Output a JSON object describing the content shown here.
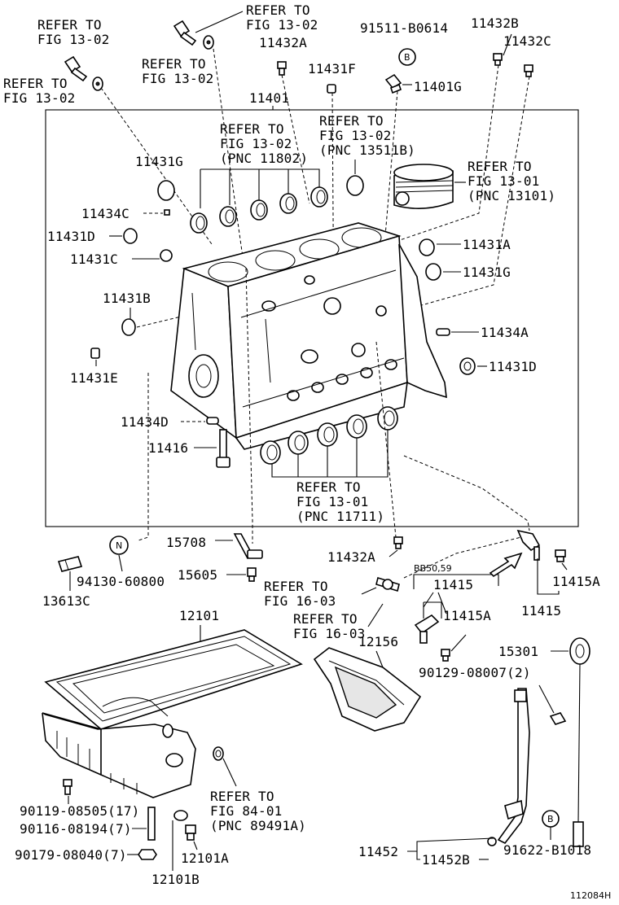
{
  "labels": {
    "refer_tl1": [
      "REFER TO",
      "FIG 13-02"
    ],
    "refer_tl2": [
      "REFER TO",
      "FIG 13-02"
    ],
    "refer_tl3": [
      "REFER TO",
      "FIG 13-02"
    ],
    "refer_tl4": [
      "REFER TO",
      "FIG 13-02"
    ],
    "p11432A_top": "11432A",
    "p11431F": "11431F",
    "p91511": "91511-B0614",
    "p11401G": "11401G",
    "p11432B": "11432B",
    "p11432C": "11432C",
    "p11401": "11401",
    "refer_bearing": [
      "REFER TO",
      "FIG 13-02",
      "(PNC 11802)"
    ],
    "refer_13511": [
      "REFER TO",
      "FIG 13-02",
      "(PNC 13511B)"
    ],
    "refer_piston": [
      "REFER TO",
      "FIG 13-01",
      "(PNC 13101)"
    ],
    "p11431G_left": "11431G",
    "p11434C": "11434C",
    "p11431D_left": "11431D",
    "p11431C": "11431C",
    "p11431A": "11431A",
    "p11431G_right": "11431G",
    "p11431B": "11431B",
    "p11434A": "11434A",
    "p11431D_right": "11431D",
    "p11431E": "11431E",
    "p11434D": "11434D",
    "p11416": "11416",
    "refer_main": [
      "REFER TO",
      "FIG 13-01",
      "(PNC 11711)"
    ],
    "p15708": "15708",
    "p11432A_bottom": "11432A",
    "p15605": "15605",
    "p94130": "94130-60800",
    "p13613C": "13613C",
    "refer_16_1": [
      "REFER TO",
      "FIG 16-03"
    ],
    "refer_16_2": [
      "REFER TO",
      "FIG 16-03"
    ],
    "bb": "BB50,59",
    "p11415_top": "11415",
    "p11415A_mid": "11415A",
    "p11415A_right": "11415A",
    "p11415_right": "11415",
    "p12101": "12101",
    "p12156": "12156",
    "p90129": "90129-08007(2)",
    "p15301": "15301",
    "refer_84": [
      "REFER TO",
      "FIG 84-01",
      "(PNC 89491A)"
    ],
    "p90119": "90119-08505(17)",
    "p90116": "90116-08194(7)",
    "p90179": "90179-08040(7)",
    "p12101A": "12101A",
    "p12101B": "12101B",
    "p11452": "11452",
    "p11452B": "11452B",
    "p91622": "91622-B1018",
    "code": "112084H"
  },
  "markers": {
    "b_top": "B",
    "n_left": "N",
    "b_bottom": "B"
  }
}
